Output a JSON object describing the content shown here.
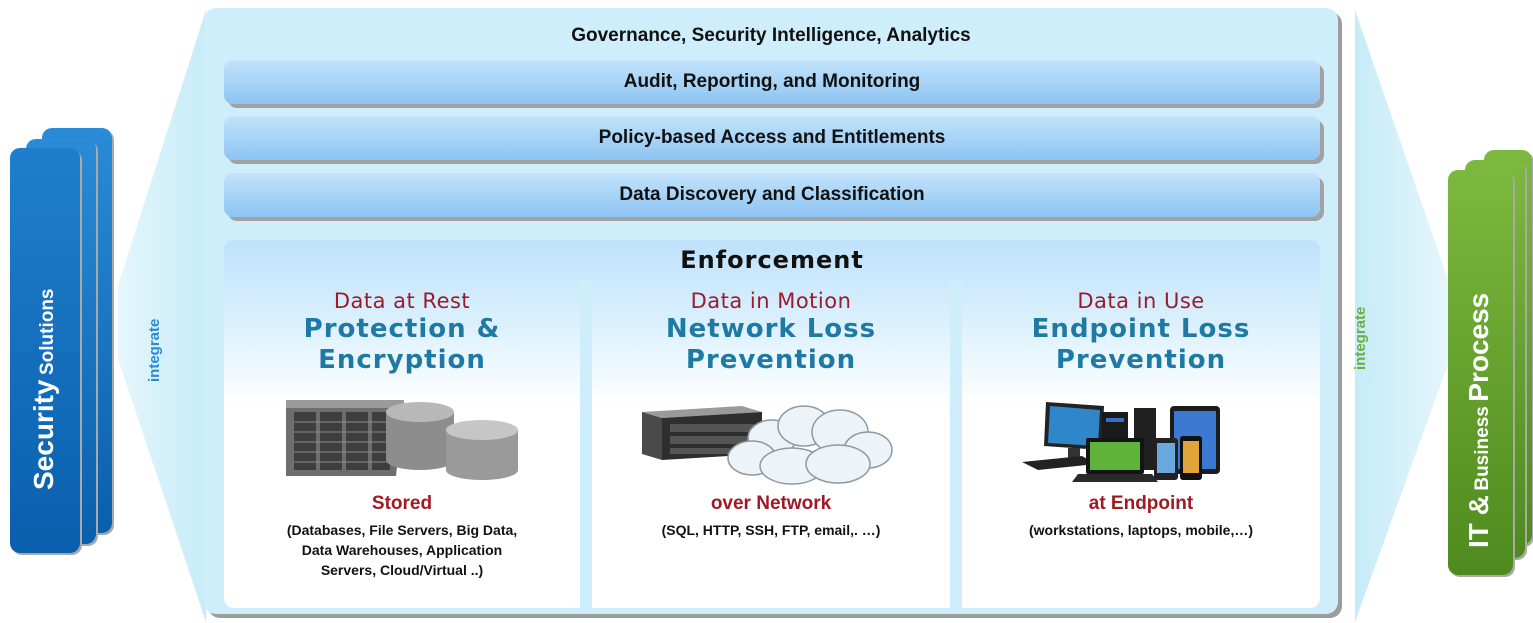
{
  "left_side": {
    "title_bold": "Security",
    "title_rest": "Solutions",
    "integrate_label": "integrate"
  },
  "right_side": {
    "word1": "IT &",
    "word2": "Business",
    "word3": "Process",
    "integrate_label": "integrate"
  },
  "main": {
    "top_label": "Governance, Security Intelligence, Analytics",
    "bars": [
      "Audit, Reporting, and Monitoring",
      "Policy-based Access and Entitlements",
      "Data Discovery and Classification"
    ],
    "enforcement": {
      "title": "Enforcement",
      "columns": [
        {
          "subtitle": "Data at Rest",
          "heading1": "Protection &",
          "heading2": "Encryption",
          "location": "Stored",
          "desc": [
            "(Databases, File Servers, Big Data,",
            "Data Warehouses, Application",
            "Servers, Cloud/Virtual ..)"
          ]
        },
        {
          "subtitle": "Data in Motion",
          "heading1": "Network Loss",
          "heading2": "Prevention",
          "location": "over Network",
          "desc": [
            "(SQL, HTTP,  SSH, FTP, email,. …)"
          ]
        },
        {
          "subtitle": "Data in Use",
          "heading1": "Endpoint Loss",
          "heading2": "Prevention",
          "location": "at Endpoint",
          "desc": [
            "(workstations, laptops, mobile,…)"
          ]
        }
      ]
    }
  },
  "colors": {
    "security_blue": "#0a6ec0",
    "business_green": "#5a9a2a",
    "dark_red": "#9b1b2c",
    "heading_teal": "#1e7aa5",
    "integrate_left": "#2a8bd6",
    "integrate_right": "#6ab042"
  },
  "icons": [
    "server-rack-icon",
    "database-cylinder-icon",
    "network-appliance-icon",
    "cloud-icon",
    "desktop-computer-icon",
    "laptop-icon",
    "tablet-icon",
    "smartphone-icon"
  ]
}
